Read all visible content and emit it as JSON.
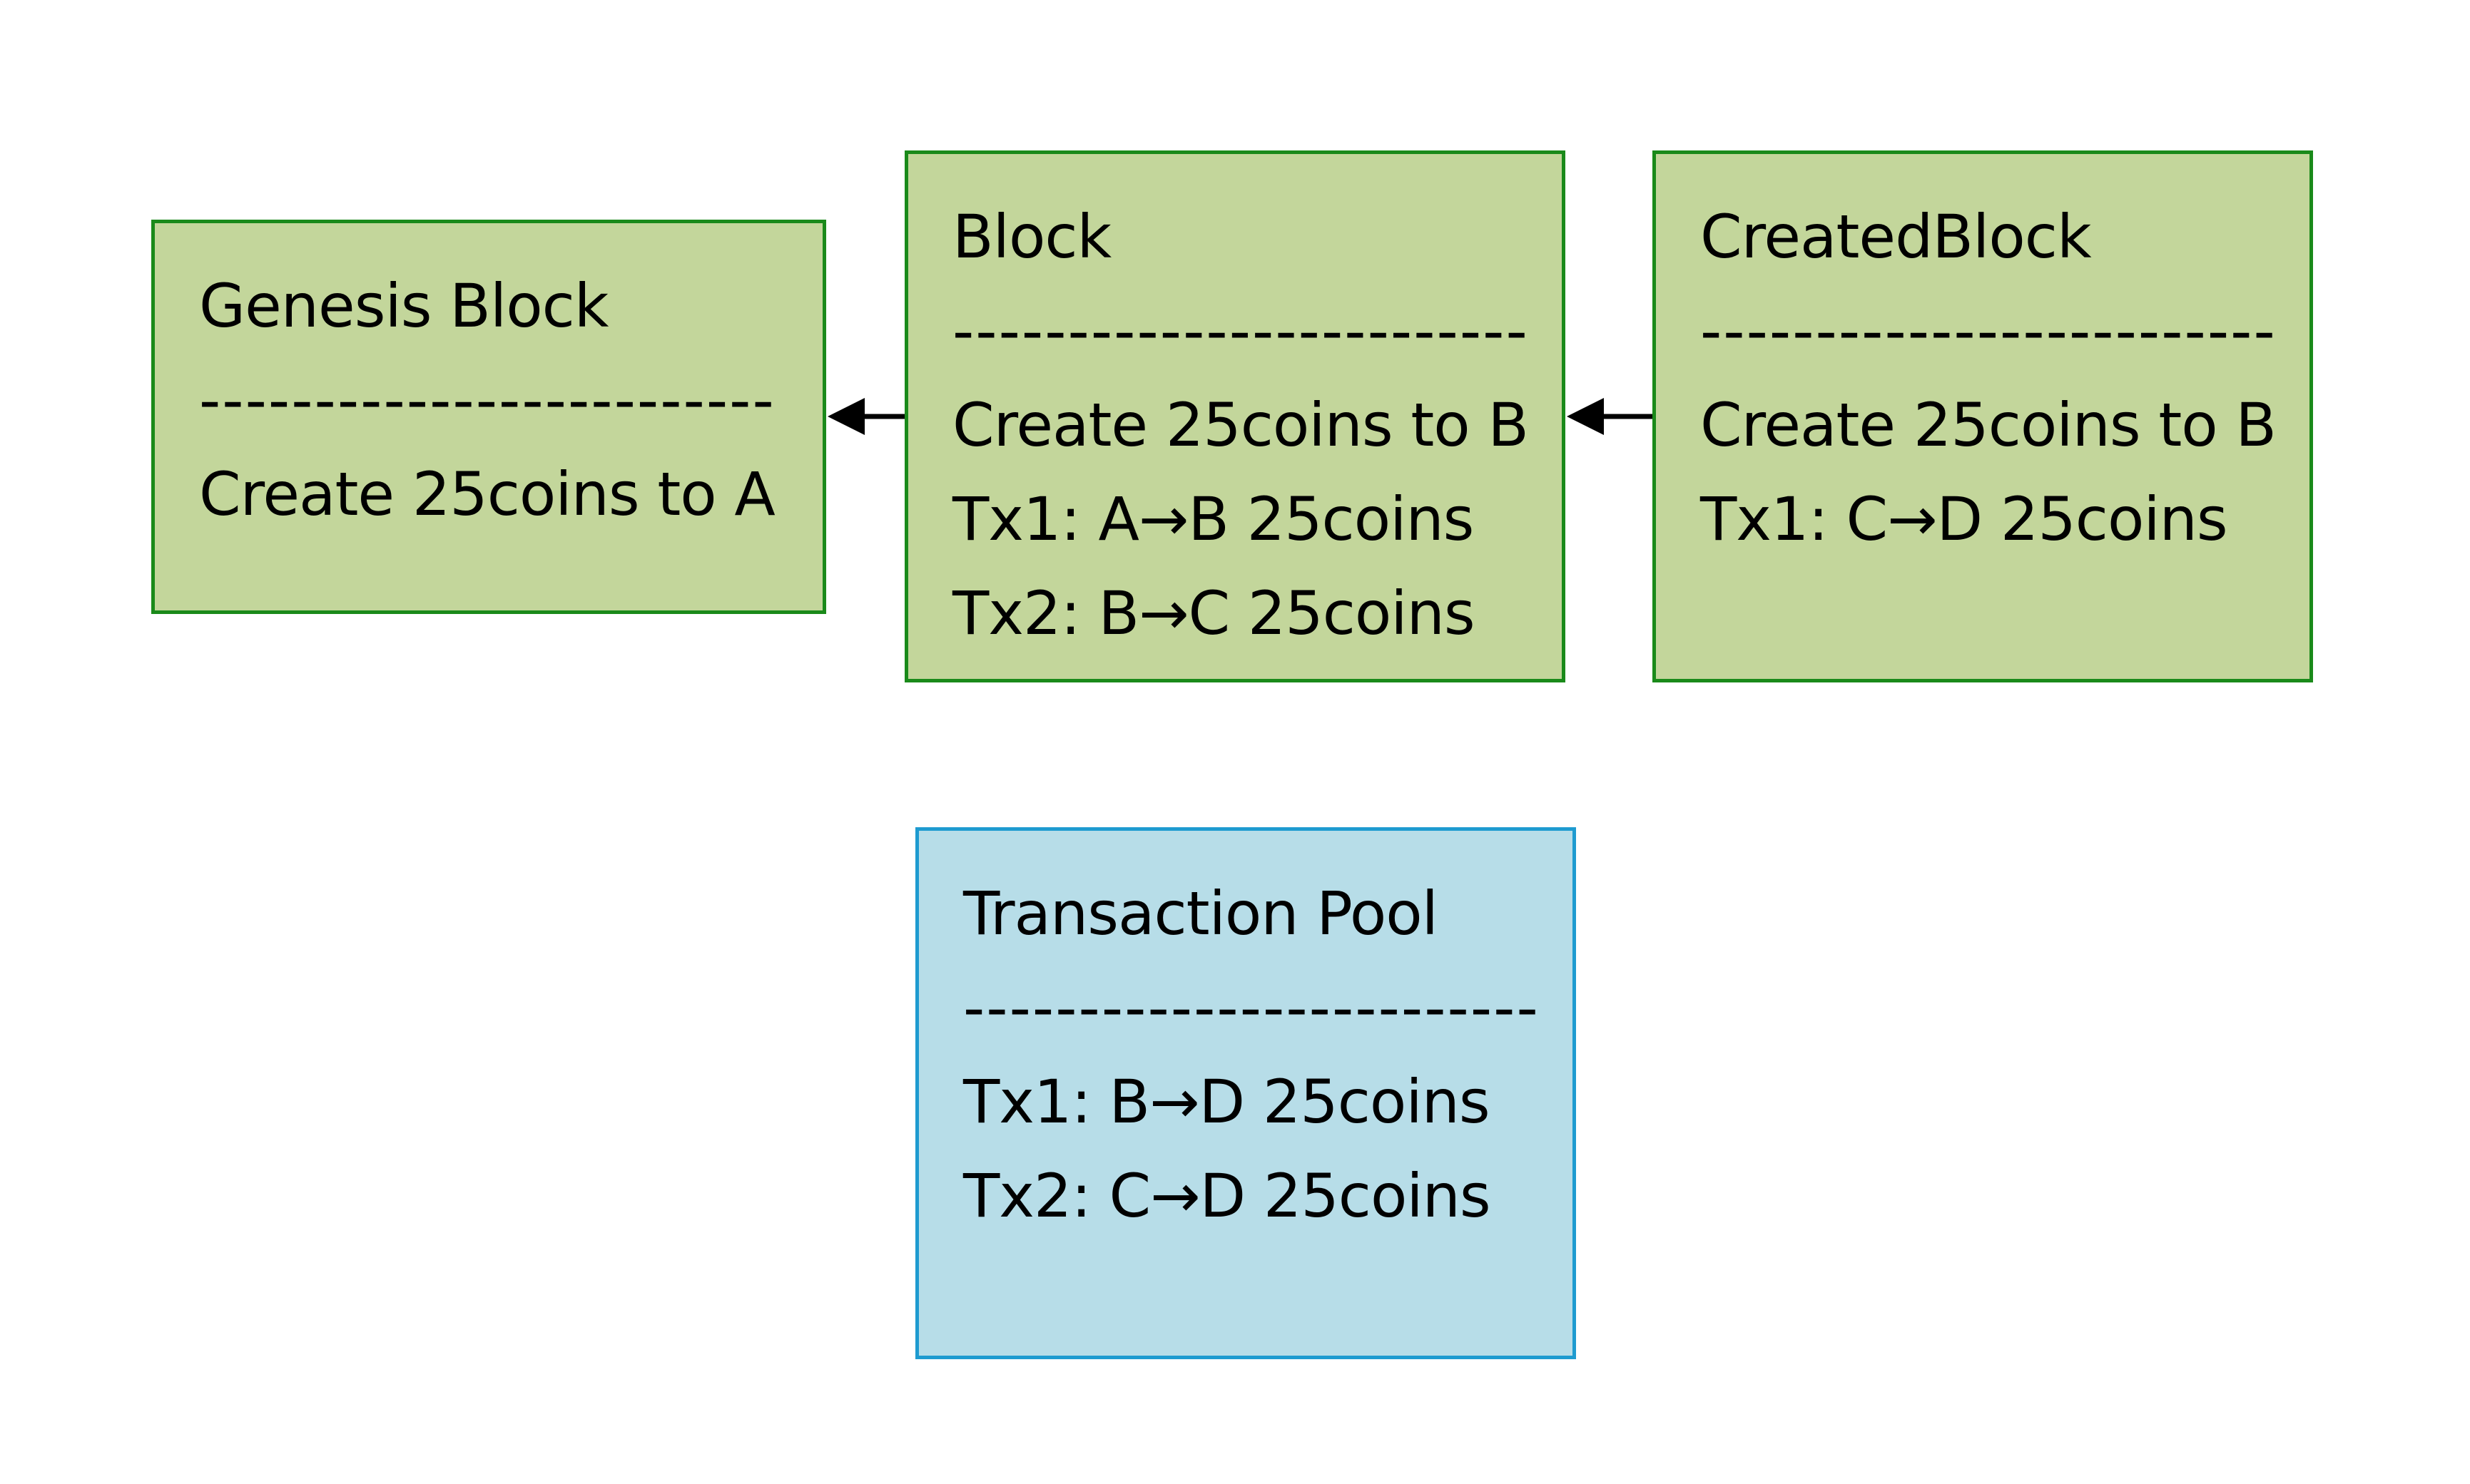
{
  "blocks": [
    {
      "title": "Genesis Block",
      "separator": "-------------------------",
      "lines": [
        "Create 25coins to A"
      ]
    },
    {
      "title": "Block",
      "separator": "-------------------------",
      "lines": [
        "Create 25coins to B",
        "Tx1: A→B 25coins",
        "Tx2: B→C 25coins"
      ]
    },
    {
      "title": "CreatedBlock",
      "separator": "-------------------------",
      "lines": [
        "Create 25coins to B",
        "Tx1: C→D 25coins"
      ]
    }
  ],
  "pool": {
    "title": "Transaction Pool",
    "separator": "-------------------------",
    "lines": [
      "Tx1: B→D 25coins",
      "Tx2: C→D 25coins"
    ]
  },
  "colors": {
    "block_fill": "#c3d69b",
    "block_border": "#1a8a1a",
    "pool_fill": "#b7dde8",
    "pool_border": "#1e9bd0",
    "arrow": "#000000"
  }
}
